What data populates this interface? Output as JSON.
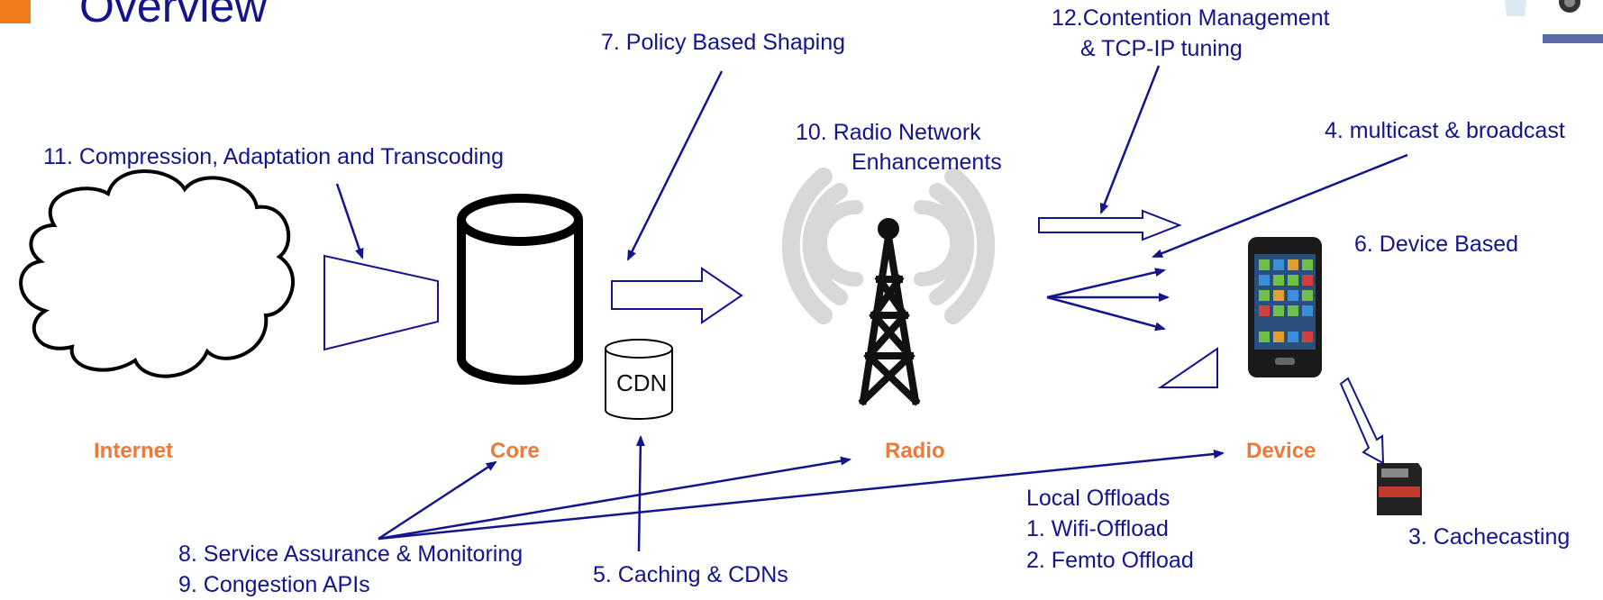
{
  "title": "Overview",
  "accent_color": "#ee7a3a",
  "label_color": "#14148c",
  "arrow_color": "#14148c",
  "nodes": {
    "internet": "Internet",
    "core": "Core",
    "radio": "Radio",
    "device": "Device"
  },
  "cdn_label": "CDN",
  "labels": {
    "policy_shaping": "7.  Policy Based Shaping",
    "contention_1": "12.Contention Management",
    "contention_2": "& TCP-IP tuning",
    "radio_enh_1": "10.   Radio Network",
    "radio_enh_2": "Enhancements",
    "multicast": "4.  multicast & broadcast",
    "compression": "11.   Compression, Adaptation and Transcoding",
    "device_based": "6.  Device Based",
    "local_offloads": "Local Offloads",
    "wifi": "1.  Wifi-Offload",
    "femto": "2.  Femto Offload",
    "cachecasting": "3.  Cachecasting",
    "service_assurance": "8.  Service Assurance & Monitoring",
    "congestion_apis": "9.  Congestion APIs",
    "caching": "5.   Caching & CDNs"
  },
  "icons": {
    "cloud": "internet-cloud-icon",
    "funnel": "compression-funnel-icon",
    "cylinder": "core-database-icon",
    "cdn": "cdn-database-icon",
    "tower": "radio-tower-icon",
    "phone": "smartphone-icon",
    "sdcard": "sd-card-icon"
  }
}
